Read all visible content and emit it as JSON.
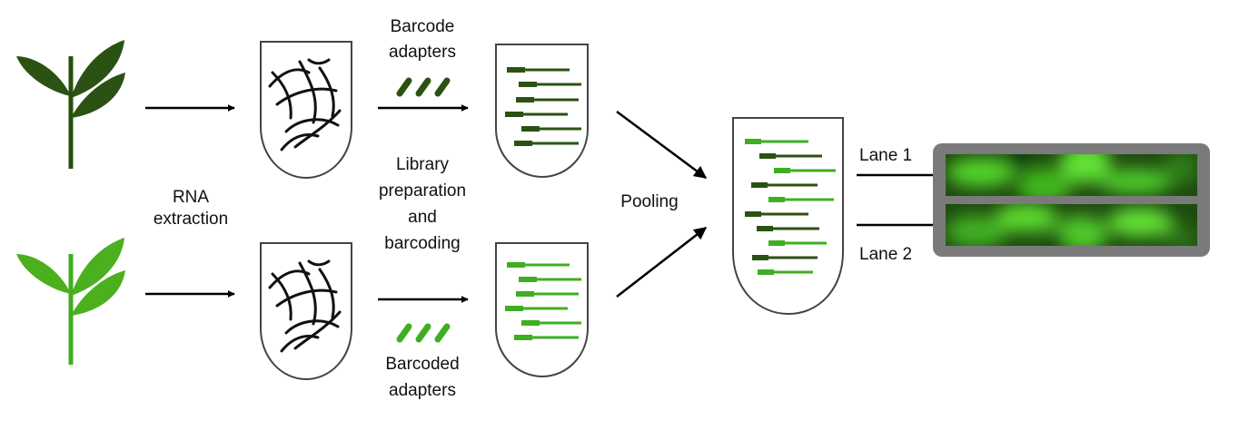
{
  "labels": {
    "rna_line1": "RNA",
    "rna_line2": "extraction",
    "barcode_line1": "Barcode",
    "barcode_line2": "adapters",
    "library_line1": "Library",
    "library_line2": "preparation",
    "library_line3": "and",
    "library_line4": "barcoding",
    "barcoded_line1": "Barcoded",
    "barcoded_line2": "adapters",
    "pooling": "Pooling",
    "lane1": "Lane 1",
    "lane2": "Lane 2"
  },
  "colors": {
    "sample1": "#2b5213",
    "sample2": "#4caf1e",
    "sample1_stem": "#25500e",
    "sample2_stem": "#3fae22",
    "tube_outline": "#444444",
    "flowcell_frame": "#777777"
  },
  "icons": [
    "dark-plant-icon",
    "light-plant-icon",
    "tube-icon",
    "flow-cell-icon",
    "adapter-icon"
  ]
}
